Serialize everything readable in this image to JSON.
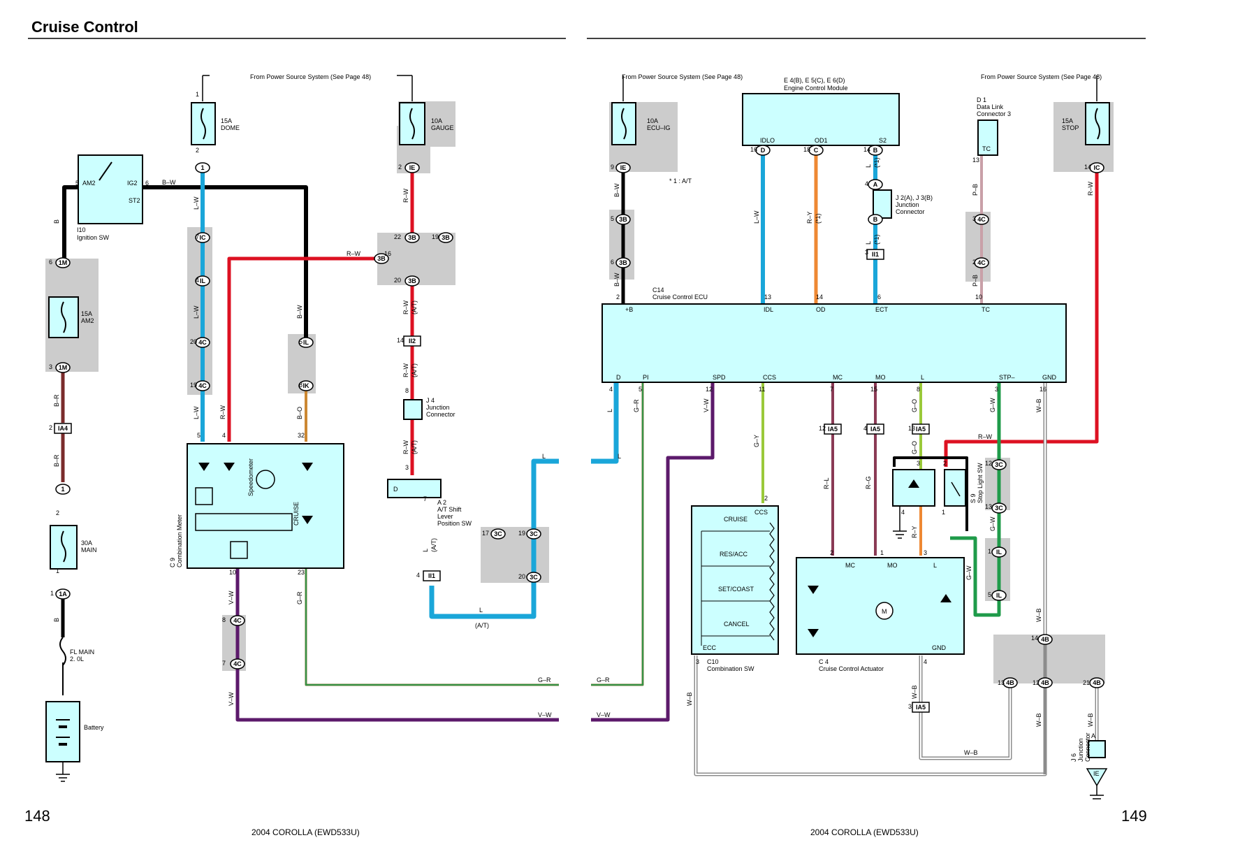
{
  "header": {
    "title": "Cruise Control"
  },
  "footer": {
    "left_page": "148",
    "right_page": "149",
    "left_model": "2004 COROLLA (EWD533U)",
    "right_model": "2004 COROLLA (EWD533U)"
  },
  "notes": {
    "power_source_1": "From Power Source System (See Page 48)",
    "power_source_2": "From Power Source System (See Page 48)",
    "power_source_3": "From Power Source System (See Page 48)",
    "footnote": "* 1 : A/T"
  },
  "components": {
    "dome_fuse": [
      "15A",
      "DOME"
    ],
    "gauge_fuse": [
      "10A",
      "GAUGE"
    ],
    "ecuig_fuse": [
      "10A",
      "ECU–IG"
    ],
    "stop_fuse": [
      "15A",
      "STOP"
    ],
    "am2_fuse": [
      "15A",
      "AM2"
    ],
    "main_fuse": [
      "30A",
      "MAIN"
    ],
    "fl_main": [
      "FL MAIN",
      "2. 0L"
    ],
    "battery": "Battery",
    "ignition_sw": [
      "I10",
      "Ignition SW"
    ],
    "ignition_pins": {
      "am2": "AM2",
      "ig2": "IG2",
      "st2": "ST2"
    },
    "combination_meter": [
      "C 9",
      "Combination Meter"
    ],
    "speedometer": "Speedometer",
    "cruise_ind": "CRUISE",
    "junction_j4": [
      "J 4",
      "Junction",
      "Connector"
    ],
    "shift_sw": [
      "A 2",
      "A/T Shift",
      "Lever",
      "Position SW"
    ],
    "shift_pin": "D",
    "ecm": [
      "E 4(B), E 5(C), E 6(D)",
      "Engine Control Module"
    ],
    "ecm_pins": {
      "idlo": "IDLO",
      "od1": "OD1",
      "s2": "S2"
    },
    "jc_j2": [
      "J 2(A), J 3(B)",
      "Junction",
      "Connector"
    ],
    "dlc": [
      "D 1",
      "Data Link",
      "Connector 3"
    ],
    "dlc_pin": "TC",
    "ecu": [
      "C14",
      "Cruise Control ECU"
    ],
    "ecu_top_pins": {
      "b": "+B",
      "idl": "IDL",
      "od": "OD",
      "ect": "ECT",
      "tc": "TC"
    },
    "ecu_bottom_pins": {
      "d": "D",
      "pi": "PI",
      "spd": "SPD",
      "ccs": "CCS",
      "mc": "MC",
      "mo": "MO",
      "l": "L",
      "stp": "STP–",
      "gnd": "GND"
    },
    "comb_sw": [
      "C10",
      "Combination SW"
    ],
    "comb_sw_items": {
      "ccs": "CCS",
      "cruise": "CRUISE",
      "res": "RES/ACC",
      "set": "SET/COAST",
      "cancel": "CANCEL",
      "ecc": "ECC"
    },
    "actuator": [
      "C 4",
      "Cruise Control Actuator"
    ],
    "actuator_pins": {
      "mc": "MC",
      "mo": "MO",
      "l": "L",
      "gnd": "GND",
      "motor": "M"
    },
    "stop_sw": [
      "S 9",
      "Stop Light SW"
    ],
    "junction_j6": [
      "J 6",
      "Junction",
      "Connector"
    ],
    "j6_pin": "A",
    "j6_ground": "IE"
  },
  "connectors": {
    "c1": "1",
    "ic": "IC",
    "il": "IL",
    "c4c": "4C",
    "ik": "IK",
    "c3b": "3B",
    "ie": "IE",
    "c1m": "1M",
    "ia4": "IA4",
    "c1a": "1A",
    "ii2": "II2",
    "ii1": "II1",
    "c3c": "3C",
    "c1ie": "IE",
    "d": "D",
    "c": "C",
    "b": "B",
    "a": "A",
    "ia5": "IA5",
    "c4b": "4B",
    "c3bconn": "3B"
  },
  "pins": {
    "p1": "1",
    "p2": "2",
    "p3": "3",
    "p4": "4",
    "p5": "5",
    "p6": "6",
    "p7": "7",
    "p8": "8",
    "p9": "9",
    "p10": "10",
    "p11": "11",
    "p12": "12",
    "p13": "13",
    "p14": "14",
    "p15": "15",
    "p16": "16",
    "p17": "17",
    "p18": "18",
    "p19": "19",
    "p20": "20",
    "p21": "21",
    "p22": "22",
    "p23": "23",
    "p32": "32"
  },
  "wires": {
    "bw": "B–W",
    "b": "B",
    "br": "B–R",
    "lw": "L–W",
    "rw": "R–W",
    "bo": "B–O",
    "vw": "V–W",
    "gr": "G–R",
    "l": "L",
    "at": "(A/T)",
    "ry": "R–Y",
    "s1": "(*1)",
    "pb": "P–B",
    "rl": "R–L",
    "rg": "R–G",
    "go": "G–O",
    "gw": "G–W",
    "wb": "W–B",
    "gy": "G–Y"
  },
  "colors": {
    "red": "#dd1122",
    "blue": "#1aa6d9",
    "black": "#000000",
    "brown": "#7a2b2b",
    "orange": "#ee8833",
    "purple": "#5c1a6b",
    "olive": "#7a7a3a",
    "green": "#1f9b4a",
    "lime": "#9ac93a",
    "gray": "#8c8c8c",
    "pink": "#c9a0a8",
    "comp_fill": "#ccffff"
  }
}
